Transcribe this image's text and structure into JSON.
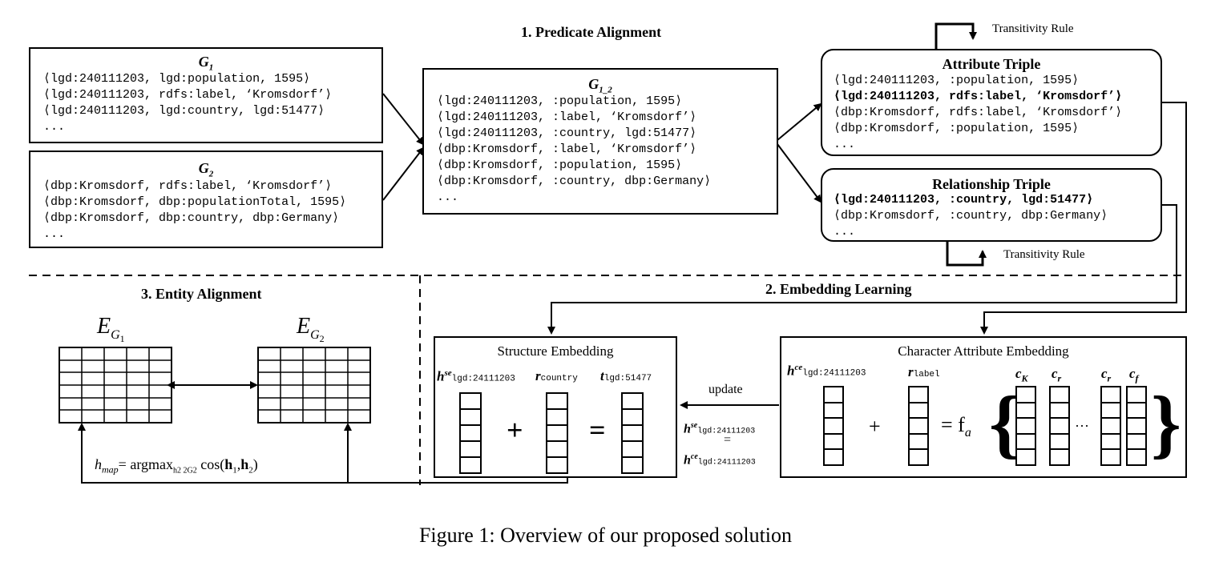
{
  "sections": {
    "predicate": "1. Predicate Alignment",
    "embedding": "2. Embedding Learning",
    "entity": "3. Entity Alignment"
  },
  "g1": {
    "title": "G",
    "sub": "1",
    "lines": [
      "⟨lgd:240111203, lgd:population, 1595⟩",
      "⟨lgd:240111203, rdfs:label, ‘Kromsdorf’⟩",
      "⟨lgd:240111203, lgd:country, lgd:51477⟩",
      "..."
    ]
  },
  "g2": {
    "title": "G",
    "sub": "2",
    "lines": [
      "⟨dbp:Kromsdorf, rdfs:label, ‘Kromsdorf’⟩",
      "⟨dbp:Kromsdorf, dbp:populationTotal, 1595⟩",
      "⟨dbp:Kromsdorf, dbp:country, dbp:Germany⟩",
      "..."
    ]
  },
  "g12": {
    "title": "G",
    "sub": "1_2",
    "lines": [
      "⟨lgd:240111203, :population, 1595⟩",
      "⟨lgd:240111203, :label, ‘Kromsdorf’⟩",
      "⟨lgd:240111203, :country, lgd:51477⟩",
      "⟨dbp:Kromsdorf, :label, ‘Kromsdorf’⟩",
      "⟨dbp:Kromsdorf, :population, 1595⟩",
      "⟨dbp:Kromsdorf, :country, dbp:Germany⟩",
      "..."
    ]
  },
  "attr": {
    "title": "Attribute Triple",
    "lines": [
      "⟨lgd:240111203, :population, 1595⟩",
      "⟨lgd:240111203, rdfs:label, ‘Kromsdorf’⟩",
      "⟨dbp:Kromsdorf, rdfs:label, ‘Kromsdorf’⟩",
      "⟨dbp:Kromsdorf, :population, 1595⟩",
      "..."
    ],
    "bold_index": 1
  },
  "rel": {
    "title": "Relationship Triple",
    "lines": [
      "⟨lgd:240111203, :country, lgd:51477⟩",
      "⟨dbp:Kromsdorf, :country, dbp:Germany⟩",
      "..."
    ],
    "bold_index": 0
  },
  "transitivity_top": "Transitivity Rule",
  "transitivity_bottom": "Transitivity Rule",
  "structure": {
    "title": "Structure Embedding",
    "h_sym": "h",
    "h_sup": "se",
    "h_sub": "lgd:24111203",
    "r_sym": "r",
    "r_sub": "country",
    "t_sym": "t",
    "t_sub": "lgd:51477",
    "plus": "+",
    "equals": "="
  },
  "character": {
    "title": "Character Attribute Embedding",
    "h_sym": "h",
    "h_sup": "ce",
    "h_sub": "lgd:24111203",
    "r_sym": "r",
    "r_sub": "label",
    "plus": "+",
    "equals": "= f",
    "f_sub": "a",
    "c_labels": [
      {
        "sym": "c",
        "sub": "K"
      },
      {
        "sym": "c",
        "sub": "r"
      },
      {
        "sym": "c",
        "sub": "r"
      },
      {
        "sym": "c",
        "sub": "f"
      }
    ],
    "ellipsis": "···"
  },
  "update": {
    "label": "update",
    "top_sym": "h",
    "top_sup": "se",
    "top_sub": "lgd:24111203",
    "eq": "=",
    "bot_sym": "h",
    "bot_sup": "ce",
    "bot_sub": "lgd:24111203"
  },
  "entity": {
    "e1": "E",
    "e1_sub": "G",
    "e1_subsub": "1",
    "e2": "E",
    "e2_sub": "G",
    "e2_subsub": "2",
    "formula_lhs": "h",
    "formula_lhs_sub": "map",
    "formula_eq": "= argmax",
    "formula_sub": "h2 2G2",
    "formula_rest": " cos(",
    "formula_h1": "h",
    "formula_h1_sub": "1",
    "formula_comma": ",",
    "formula_h2": "h",
    "formula_h2_sub": "2",
    "formula_close": ")"
  },
  "caption": "Figure 1:  Overview of our proposed solution"
}
